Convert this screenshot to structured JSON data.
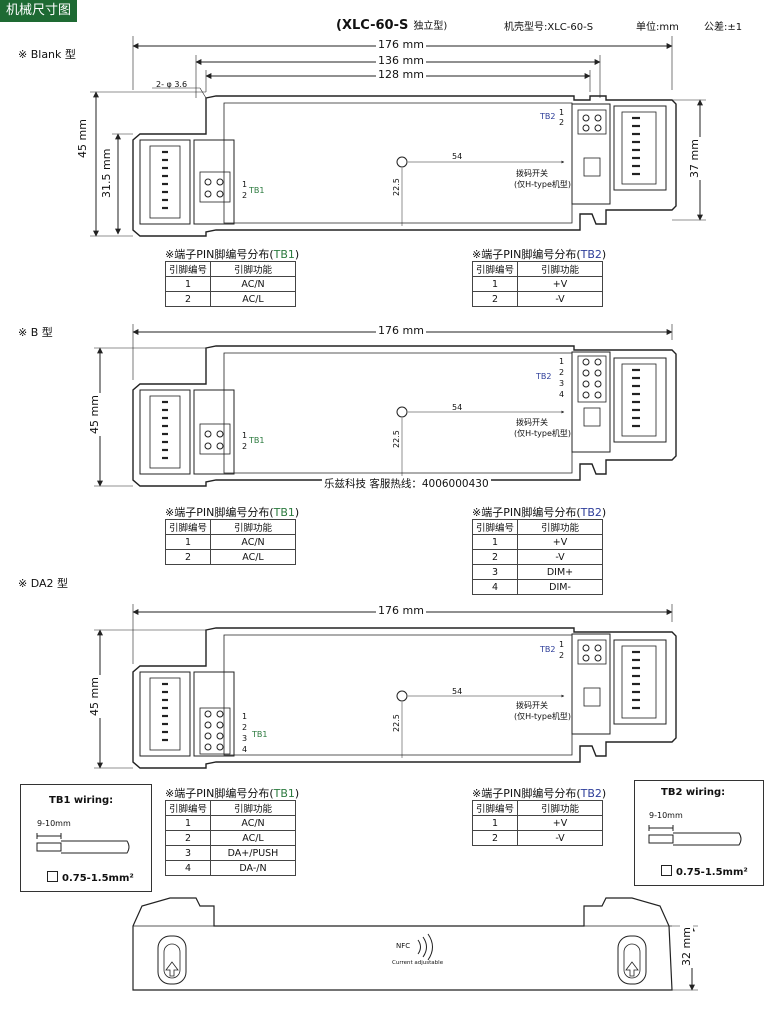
{
  "header": {
    "section_title": "机械尺寸图",
    "model_title": "(XLC-60-S",
    "model_suffix": "独立型)",
    "case_model": "机壳型号:XLC-60-S",
    "unit": "单位:mm",
    "tolerance": "公差:±1"
  },
  "variants": [
    {
      "label": "※ Blank 型",
      "dims": {
        "overall": "176 mm",
        "mid": "136 mm",
        "inner": "128 mm",
        "height": "45 mm",
        "h_inner": "31.5 mm",
        "right_h": "37 mm",
        "hole": "2- φ 3.6",
        "offset": "54",
        "vert": "22.5"
      },
      "tb1_label": "TB1",
      "tb2_label": "TB2",
      "tb1_pins": [
        "1",
        "2"
      ],
      "tb2_pins": [
        "1",
        "2"
      ],
      "switch_note": "拨码开关",
      "switch_note2": "(仅H-type机型)",
      "tb1_table": {
        "title_prefix": "※端子PIN脚编号分布(",
        "title_tb": "TB1",
        "title_suffix": ")",
        "headers": [
          "引脚编号",
          "引脚功能"
        ],
        "rows": [
          [
            "1",
            "AC/N"
          ],
          [
            "2",
            "AC/L"
          ]
        ]
      },
      "tb2_table": {
        "title_prefix": "※端子PIN脚编号分布(",
        "title_tb": "TB2",
        "title_suffix": ")",
        "headers": [
          "引脚编号",
          "引脚功能"
        ],
        "rows": [
          [
            "1",
            "+V"
          ],
          [
            "2",
            "-V"
          ]
        ]
      }
    },
    {
      "label": "※ B 型",
      "dims": {
        "overall": "176 mm",
        "height": "45 mm",
        "offset": "54",
        "vert": "22.5"
      },
      "tb1_label": "TB1",
      "tb2_label": "TB2",
      "tb1_pins": [
        "1",
        "2"
      ],
      "tb2_pins": [
        "1",
        "2",
        "3",
        "4"
      ],
      "switch_note": "拨码开关",
      "switch_note2": "(仅H-type机型)",
      "tb1_table": {
        "title_prefix": "※端子PIN脚编号分布(",
        "title_tb": "TB1",
        "title_suffix": ")",
        "headers": [
          "引脚编号",
          "引脚功能"
        ],
        "rows": [
          [
            "1",
            "AC/N"
          ],
          [
            "2",
            "AC/L"
          ]
        ]
      },
      "tb2_table": {
        "title_prefix": "※端子PIN脚编号分布(",
        "title_tb": "TB2",
        "title_suffix": ")",
        "headers": [
          "引脚编号",
          "引脚功能"
        ],
        "rows": [
          [
            "1",
            "+V"
          ],
          [
            "2",
            "-V"
          ],
          [
            "3",
            "DIM+"
          ],
          [
            "4",
            "DIM-"
          ]
        ]
      }
    },
    {
      "label": "※ DA2 型",
      "dims": {
        "overall": "176 mm",
        "height": "45 mm",
        "offset": "54",
        "vert": "22.5"
      },
      "tb1_label": "TB1",
      "tb2_label": "TB2",
      "tb1_pins": [
        "1",
        "2",
        "3",
        "4"
      ],
      "tb2_pins": [
        "1",
        "2"
      ],
      "switch_note": "拨码开关",
      "switch_note2": "(仅H-type机型)",
      "tb1_table": {
        "title_prefix": "※端子PIN脚编号分布(",
        "title_tb": "TB1",
        "title_suffix": ")",
        "headers": [
          "引脚编号",
          "引脚功能"
        ],
        "rows": [
          [
            "1",
            "AC/N"
          ],
          [
            "2",
            "AC/L"
          ],
          [
            "3",
            "DA+/PUSH"
          ],
          [
            "4",
            "DA-/N"
          ]
        ]
      },
      "tb2_table": {
        "title_prefix": "※端子PIN脚编号分布(",
        "title_tb": "TB2",
        "title_suffix": ")",
        "headers": [
          "引脚编号",
          "引脚功能"
        ],
        "rows": [
          [
            "1",
            "+V"
          ],
          [
            "2",
            "-V"
          ]
        ]
      }
    }
  ],
  "hotline": "乐兹科技 客服热线：4006000430",
  "wiring": {
    "tb1": {
      "title": "TB1 wiring:",
      "strip": "9-10mm",
      "gauge": "0.75-1.5mm²"
    },
    "tb2": {
      "title": "TB2 wiring:",
      "strip": "9-10mm",
      "gauge": "0.75-1.5mm²"
    }
  },
  "side_view": {
    "height": "32 mm",
    "nfc": "NFC",
    "current": "Current adjustable"
  }
}
